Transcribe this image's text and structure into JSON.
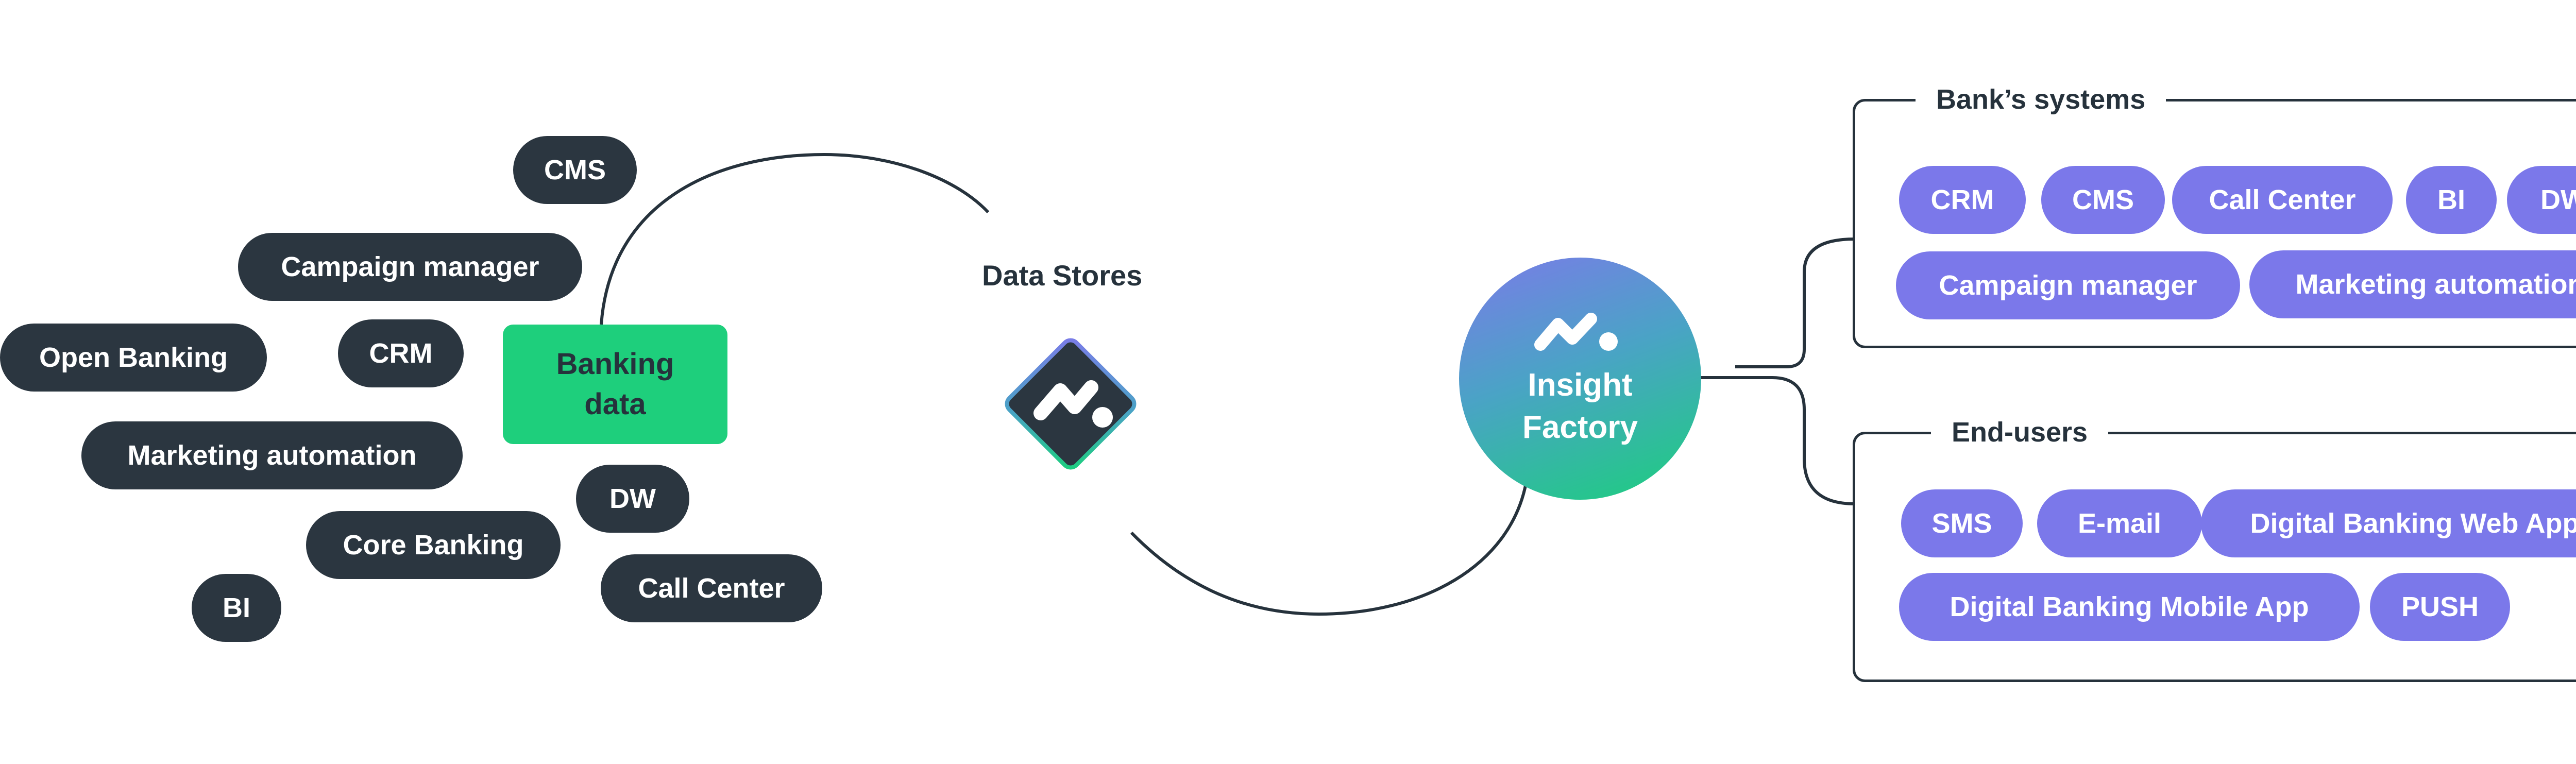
{
  "colors": {
    "dark_pill": "#2b3640",
    "purple_pill": "#7b78ea",
    "banking_box": "#1ecf7c",
    "line": "#26323c"
  },
  "sources": {
    "banking_data": [
      "Banking",
      "data"
    ],
    "items": [
      "CMS",
      "Campaign manager",
      "Open Banking",
      "CRM",
      "Marketing automation",
      "DW",
      "Core Banking",
      "Call Center",
      "BI"
    ]
  },
  "data_stores": {
    "label": "Data Stores",
    "icon": "data-stores-logo-icon"
  },
  "insight_factory": {
    "line1": "Insight",
    "line2": "Factory",
    "icon": "insight-logo-icon"
  },
  "banks_systems": {
    "title": "Bank’s systems",
    "row1": [
      "CRM",
      "CMS",
      "Call Center",
      "BI",
      "DW"
    ],
    "row2": [
      "Campaign manager",
      "Marketing automation"
    ]
  },
  "end_users": {
    "title": "End-users",
    "row1": [
      "SMS",
      "E-mail",
      "Digital Banking Web App"
    ],
    "row2": [
      "Digital Banking Mobile App",
      "PUSH"
    ]
  }
}
